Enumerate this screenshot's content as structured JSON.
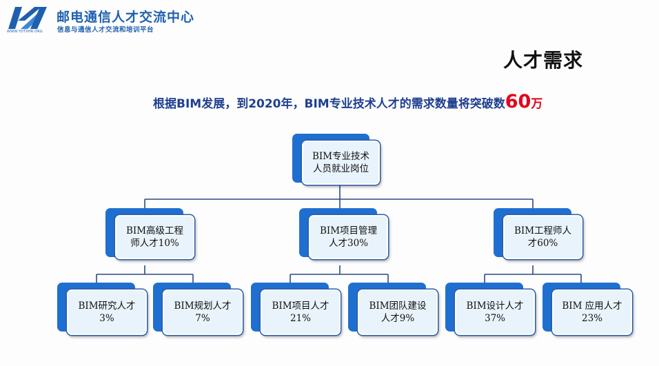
{
  "header": {
    "org_name": "邮电通信人才交流中心",
    "org_sub": "信息与通信人才交流和培训平台",
    "site": "WWW.YDTXHR.ORG"
  },
  "title": "人才需求",
  "subtitle": {
    "prefix": "根据BIM发展，到2020年，BIM专业技术人才的需求数量将突破数",
    "highlight": "60",
    "unit": "万"
  },
  "org_chart": {
    "root": "BIM专业技术\n人员就业岗位",
    "level1": [
      "BIM高级工程\n师人才10%",
      "BIM项目管理\n人才30%",
      "BIM工程师人\n才60%"
    ],
    "level2": [
      "BIM研究人才\n3%",
      "BIM规划人才\n7%",
      "BIM项目人才\n21%",
      "BIM团队建设\n人才9%",
      "BIM设计人才\n37%",
      "BIM 应用人才\n23%"
    ]
  },
  "colors": {
    "accent": "#1f6fd0",
    "box_fill": "#e9f3fb",
    "title_blue": "#1f3f8f",
    "highlight_red": "#e3001b"
  }
}
